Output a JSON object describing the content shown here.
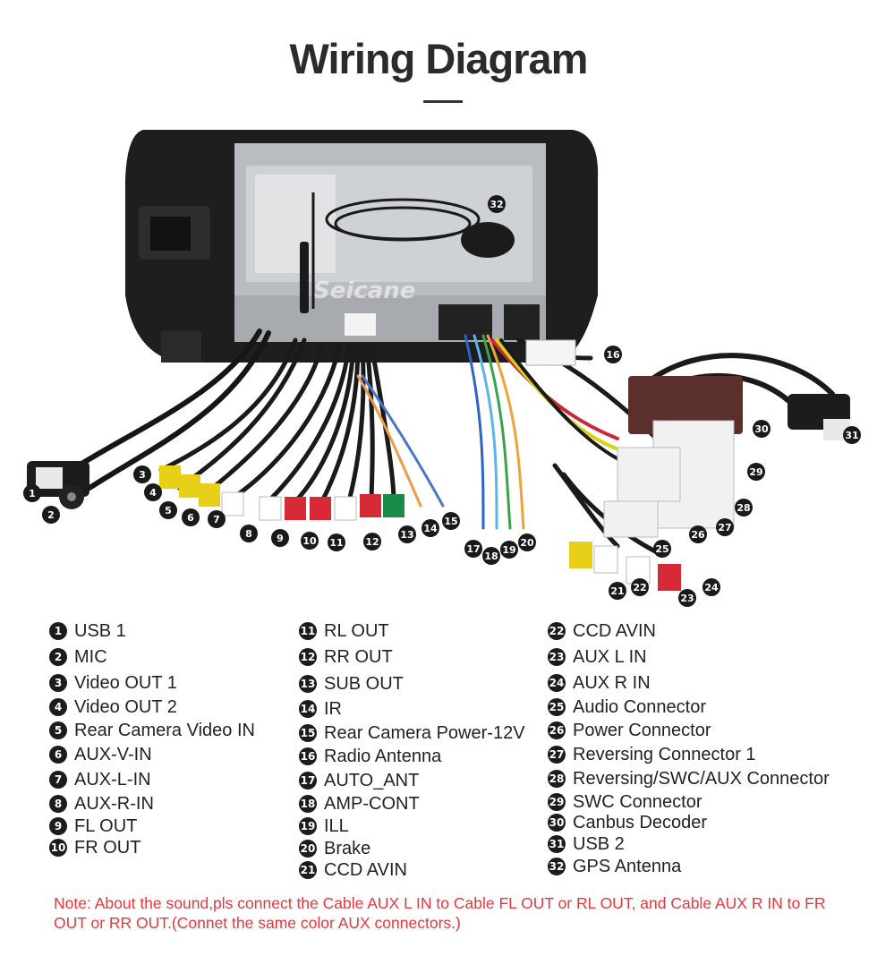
{
  "title": "Wiring Diagram",
  "watermark": "Seicane",
  "legend": [
    {
      "n": "1",
      "label": "USB 1"
    },
    {
      "n": "2",
      "label": "MIC"
    },
    {
      "n": "3",
      "label": "Video OUT 1"
    },
    {
      "n": "4",
      "label": "Video OUT 2"
    },
    {
      "n": "5",
      "label": "Rear Camera Video IN"
    },
    {
      "n": "6",
      "label": "AUX-V-IN"
    },
    {
      "n": "7",
      "label": "AUX-L-IN"
    },
    {
      "n": "8",
      "label": "AUX-R-IN"
    },
    {
      "n": "9",
      "label": "FL OUT"
    },
    {
      "n": "10",
      "label": "FR OUT"
    },
    {
      "n": "11",
      "label": "RL OUT"
    },
    {
      "n": "12",
      "label": "RR OUT"
    },
    {
      "n": "13",
      "label": "SUB OUT"
    },
    {
      "n": "14",
      "label": "IR"
    },
    {
      "n": "15",
      "label": "Rear Camera Power-12V"
    },
    {
      "n": "16",
      "label": "Radio Antenna"
    },
    {
      "n": "17",
      "label": "AUTO_ANT"
    },
    {
      "n": "18",
      "label": "AMP-CONT"
    },
    {
      "n": "19",
      "label": "ILL"
    },
    {
      "n": "20",
      "label": "Brake"
    },
    {
      "n": "21",
      "label": "CCD AVIN"
    },
    {
      "n": "22",
      "label": "CCD AVIN"
    },
    {
      "n": "23",
      "label": "AUX L IN"
    },
    {
      "n": "24",
      "label": "AUX R IN"
    },
    {
      "n": "25",
      "label": "Audio Connector"
    },
    {
      "n": "26",
      "label": "Power Connector"
    },
    {
      "n": "27",
      "label": "Reversing Connector 1"
    },
    {
      "n": "28",
      "label": "Reversing/SWC/AUX Connector"
    },
    {
      "n": "29",
      "label": "SWC Connector"
    },
    {
      "n": "30",
      "label": "Canbus Decoder"
    },
    {
      "n": "31",
      "label": "USB 2"
    },
    {
      "n": "32",
      "label": "GPS Antenna"
    }
  ],
  "note": "Note: About the sound,pls connect the Cable AUX L IN to Cable FL OUT or RL OUT, and Cable AUX R IN to FR OUT or RR OUT.(Connet the same color AUX connectors.)"
}
